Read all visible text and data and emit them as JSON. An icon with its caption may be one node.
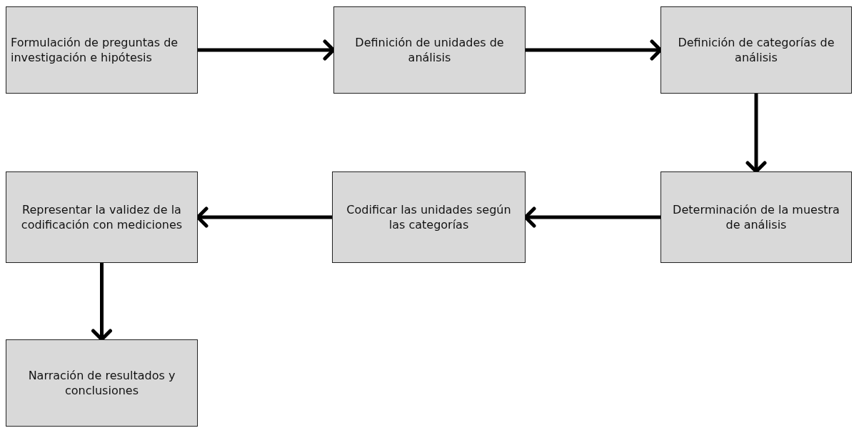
{
  "diagram": {
    "nodes": [
      {
        "text": [
          "Formulación de preguntas de investigación e hipótesis"
        ]
      },
      {
        "text": [
          "Definición de unidades de análisis"
        ]
      },
      {
        "text": [
          "Definición de categorías de análisis"
        ]
      },
      {
        "text": [
          "Determinación de la muestra de análisis"
        ]
      },
      {
        "text": [
          "Codificar las unidades según las categorías"
        ]
      },
      {
        "text": [
          "Representar la validez de la codificación con mediciones"
        ]
      },
      {
        "text": [
          "Narración de resultados y conclusiones"
        ]
      }
    ],
    "edges": [
      {
        "from": 0,
        "to": 1,
        "arrow": "to"
      },
      {
        "from": 1,
        "to": 2,
        "arrow": "to"
      },
      {
        "from": 2,
        "to": 3,
        "arrow": "to"
      },
      {
        "from": 3,
        "to": 4,
        "arrow": "to"
      },
      {
        "from": 4,
        "to": 5,
        "arrow": "to"
      },
      {
        "from": 5,
        "to": 6,
        "arrow": "to"
      }
    ]
  }
}
